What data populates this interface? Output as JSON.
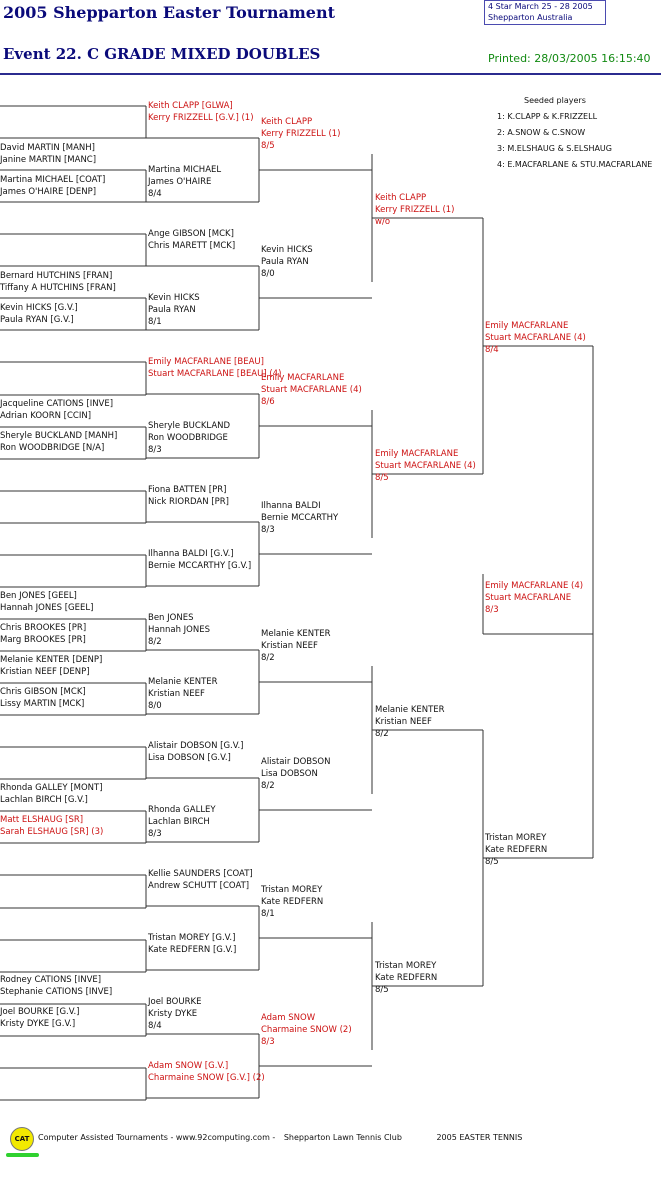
{
  "header": {
    "title": "2005 Shepparton Easter Tournament",
    "event": "Event 22. C GRADE MIXED DOUBLES",
    "info_line1": "4 Star    March 25 - 28 2005",
    "info_line2": "Shepparton     Australia",
    "printed": "Printed: 28/03/2005 16:15:40"
  },
  "seeds": {
    "title": "Seeded players",
    "items": [
      "1: K.CLAPP & K.FRIZZELL",
      "2: A.SNOW & C.SNOW",
      "3: M.ELSHAUG & S.ELSHAUG",
      "4: E.MACFARLANE & STU.MACFARLANE"
    ]
  },
  "colors": {
    "seed_red": "#cc1111",
    "title_blue": "#0a0a7a",
    "printed_green": "#128a12"
  },
  "round1": [
    {
      "p1": "",
      "p2": "",
      "score": "",
      "red": false
    },
    {
      "p1": "David MARTIN [MANH]",
      "p2": "Janine MARTIN [MANC]",
      "score": "",
      "red": false
    },
    {
      "p1": "Martina MICHAEL [COAT]",
      "p2": "James O'HAIRE [DENP]",
      "score": "",
      "red": false
    },
    {
      "p1": "",
      "p2": "",
      "score": "",
      "red": false
    },
    {
      "p1": "Bernard HUTCHINS [FRAN]",
      "p2": "Tiffany A HUTCHINS [FRAN]",
      "score": "",
      "red": false
    },
    {
      "p1": "Kevin HICKS [G.V.]",
      "p2": "Paula RYAN [G.V.]",
      "score": "",
      "red": false
    },
    {
      "p1": "",
      "p2": "",
      "score": "",
      "red": false
    },
    {
      "p1": "Jacqueline CATIONS [INVE]",
      "p2": "Adrian KOORN [CCIN]",
      "score": "",
      "red": false
    },
    {
      "p1": "Sheryle BUCKLAND [MANH]",
      "p2": "Ron WOODBRIDGE [N/A]",
      "score": "",
      "red": false
    },
    {
      "p1": "",
      "p2": "",
      "score": "",
      "red": false
    },
    {
      "p1": "",
      "p2": "",
      "score": "",
      "red": false
    },
    {
      "p1": "Ben JONES [GEEL]",
      "p2": "Hannah JONES [GEEL]",
      "score": "",
      "red": false
    },
    {
      "p1": "Chris BROOKES [PR]",
      "p2": "Marg BROOKES [PR]",
      "score": "",
      "red": false
    },
    {
      "p1": "Melanie KENTER [DENP]",
      "p2": "Kristian NEEF [DENP]",
      "score": "",
      "red": false
    },
    {
      "p1": "Chris GIBSON [MCK]",
      "p2": "Lissy MARTIN [MCK]",
      "score": "",
      "red": false
    },
    {
      "p1": "",
      "p2": "",
      "score": "",
      "red": false
    },
    {
      "p1": "Rhonda GALLEY [MONT]",
      "p2": "Lachlan BIRCH [G.V.]",
      "score": "",
      "red": false
    },
    {
      "p1": "Matt ELSHAUG [SR]",
      "p2": "Sarah ELSHAUG [SR] (3)",
      "score": "",
      "red": true
    },
    {
      "p1": "",
      "p2": "",
      "score": "",
      "red": false
    },
    {
      "p1": "",
      "p2": "",
      "score": "",
      "red": false
    },
    {
      "p1": "Rodney CATIONS [INVE]",
      "p2": "Stephanie CATIONS [INVE]",
      "score": "",
      "red": false
    },
    {
      "p1": "Joel BOURKE [G.V.]",
      "p2": "Kristy DYKE [G.V.]",
      "score": "",
      "red": false
    },
    {
      "p1": "",
      "p2": "",
      "score": "",
      "red": false
    }
  ],
  "round2": [
    {
      "p1": "Keith CLAPP [GLWA]",
      "p2": "Kerry FRIZZELL [G.V.] (1)",
      "score": "",
      "red": true
    },
    {
      "p1": "Martina MICHAEL",
      "p2": "James O'HAIRE",
      "score": "8/4",
      "red": false
    },
    {
      "p1": "Ange GIBSON [MCK]",
      "p2": "Chris MARETT [MCK]",
      "score": "",
      "red": false
    },
    {
      "p1": "Kevin HICKS",
      "p2": "Paula RYAN",
      "score": "8/1",
      "red": false
    },
    {
      "p1": "Emily MACFARLANE [BEAU]",
      "p2": "Stuart MACFARLANE [BEAU] (4)",
      "score": "",
      "red": true
    },
    {
      "p1": "Sheryle BUCKLAND",
      "p2": "Ron WOODBRIDGE",
      "score": "8/3",
      "red": false
    },
    {
      "p1": "Fiona BATTEN [PR]",
      "p2": "Nick RIORDAN [PR]",
      "score": "",
      "red": false
    },
    {
      "p1": "Ilhanna BALDI [G.V.]",
      "p2": "Bernie MCCARTHY [G.V.]",
      "score": "",
      "red": false
    },
    {
      "p1": "Ben JONES",
      "p2": "Hannah JONES",
      "score": "8/2",
      "red": false
    },
    {
      "p1": "Melanie KENTER",
      "p2": "Kristian NEEF",
      "score": "8/0",
      "red": false
    },
    {
      "p1": "Alistair DOBSON [G.V.]",
      "p2": "Lisa DOBSON [G.V.]",
      "score": "",
      "red": false
    },
    {
      "p1": "Rhonda GALLEY",
      "p2": "Lachlan BIRCH",
      "score": "8/3",
      "red": false
    },
    {
      "p1": "Kellie SAUNDERS [COAT]",
      "p2": "Andrew SCHUTT [COAT]",
      "score": "",
      "red": false
    },
    {
      "p1": "Tristan MOREY [G.V.]",
      "p2": "Kate REDFERN [G.V.]",
      "score": "",
      "red": false
    },
    {
      "p1": "Joel BOURKE",
      "p2": "Kristy DYKE",
      "score": "8/4",
      "red": false
    },
    {
      "p1": "Adam SNOW [G.V.]",
      "p2": "Charmaine SNOW [G.V.] (2)",
      "score": "",
      "red": true
    }
  ],
  "round3": [
    {
      "p1": "Keith CLAPP",
      "p2": "Kerry FRIZZELL (1)",
      "score": "8/5",
      "red": true
    },
    {
      "p1": "Kevin HICKS",
      "p2": "Paula RYAN",
      "score": "8/0",
      "red": false
    },
    {
      "p1": "Emily MACFARLANE",
      "p2": "Stuart MACFARLANE (4)",
      "score": "8/6",
      "red": true
    },
    {
      "p1": "Ilhanna BALDI",
      "p2": "Bernie MCCARTHY",
      "score": "8/3",
      "red": false
    },
    {
      "p1": "Melanie KENTER",
      "p2": "Kristian NEEF",
      "score": "8/2",
      "red": false
    },
    {
      "p1": "Alistair DOBSON",
      "p2": "Lisa DOBSON",
      "score": "8/2",
      "red": false
    },
    {
      "p1": "Tristan MOREY",
      "p2": "Kate REDFERN",
      "score": "8/1",
      "red": false
    },
    {
      "p1": "Adam SNOW",
      "p2": "Charmaine SNOW (2)",
      "score": "8/3",
      "red": true
    }
  ],
  "round4": [
    {
      "p1": "Keith CLAPP",
      "p2": "Kerry FRIZZELL (1)",
      "score": "w/o",
      "red": true
    },
    {
      "p1": "Emily MACFARLANE",
      "p2": "Stuart MACFARLANE (4)",
      "score": "8/5",
      "red": true
    },
    {
      "p1": "Melanie KENTER",
      "p2": "Kristian NEEF",
      "score": "8/2",
      "red": false
    },
    {
      "p1": "Tristan MOREY",
      "p2": "Kate REDFERN",
      "score": "8/5",
      "red": false
    }
  ],
  "round5": [
    {
      "p1": "Emily MACFARLANE",
      "p2": "Stuart MACFARLANE (4)",
      "score": "8/4",
      "red": true
    },
    {
      "p1": "Tristan MOREY",
      "p2": "Kate REDFERN",
      "score": "8/5",
      "red": false
    }
  ],
  "round6": [
    {
      "p1": "Emily MACFARLANE (4)",
      "p2": "Stuart MACFARLANE",
      "score": "8/3",
      "red": true
    }
  ],
  "footer": {
    "logo": "CAT",
    "software": "Computer Assisted Tournaments - www.92computing.com -",
    "club": "Shepparton Lawn Tennis Club",
    "event": "2005 EASTER TENNIS"
  }
}
